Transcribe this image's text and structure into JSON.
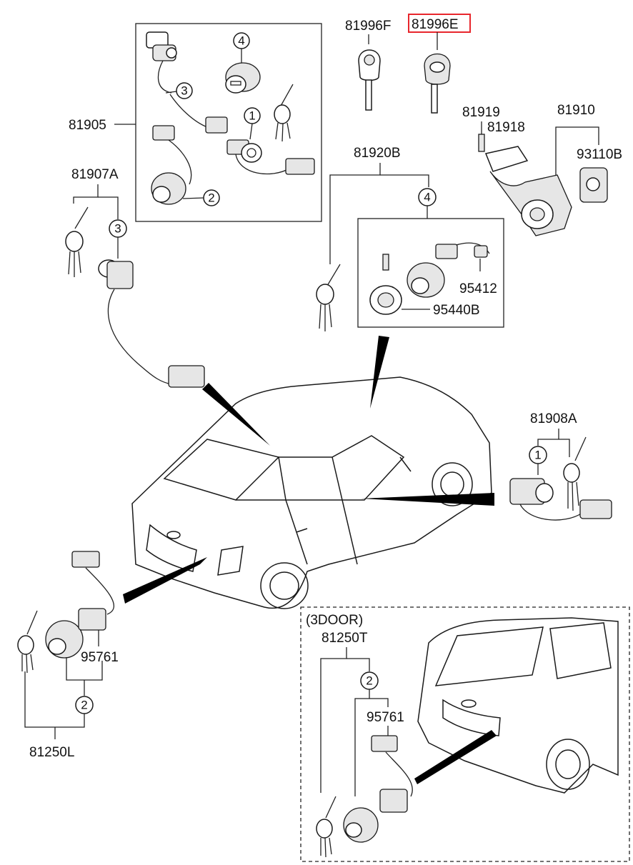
{
  "part_labels": {
    "p81996F": "81996F",
    "p81996E": "81996E",
    "p81905": "81905",
    "p81919": "81919",
    "p81918": "81918",
    "p81910": "81910",
    "p93110B": "93110B",
    "p81907A": "81907A",
    "p81920B": "81920B",
    "p95412": "95412",
    "p95440B": "95440B",
    "p81908A": "81908A",
    "p95761_left": "95761",
    "p81250L": "81250L",
    "door_variant": "(3DOOR)",
    "p81250T": "81250T",
    "p95761_right": "95761"
  },
  "callout_numbers": {
    "c_81905_4": "4",
    "c_81905_3": "3",
    "c_81905_1": "1",
    "c_81905_2": "2",
    "c_81907A_3": "3",
    "c_81920B_4": "4",
    "c_81908A_1": "1",
    "c_81250L_2": "2",
    "c_81250T_2": "2"
  },
  "highlight_color": "#e8262c",
  "highlighted_part": "81996E"
}
